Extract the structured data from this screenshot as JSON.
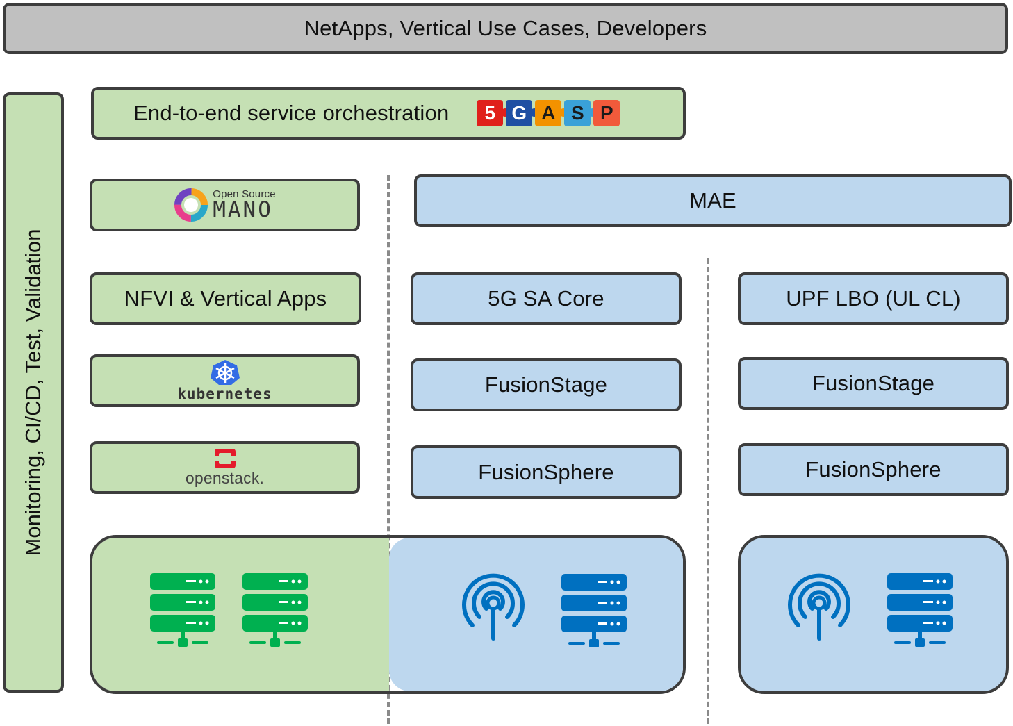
{
  "top_bar": {
    "label": "NetApps, Vertical Use Cases, Developers"
  },
  "side_bar": {
    "label": "Monitoring, CI/CD, Test, Validation"
  },
  "orchestration": {
    "label": "End-to-end service orchestration",
    "logo_letters": [
      "5",
      "G",
      "A",
      "S",
      "P"
    ],
    "logo_colors": [
      "#e0201b",
      "#1f4fa3",
      "#f39200",
      "#3aa1d8",
      "#f15a3b"
    ]
  },
  "left_column": {
    "mano": {
      "small": "Open Source",
      "big": "MANO"
    },
    "nfvi": {
      "label": "NFVI & Vertical Apps"
    },
    "kubernetes": {
      "label": "kubernetes"
    },
    "openstack": {
      "label": "openstack."
    }
  },
  "mae": {
    "label": "MAE"
  },
  "middle_column": {
    "core": {
      "label": "5G SA Core"
    },
    "stage": {
      "label": "FusionStage"
    },
    "sphere": {
      "label": "FusionSphere"
    }
  },
  "right_column": {
    "upf": {
      "label": "UPF LBO (UL CL)"
    },
    "stage": {
      "label": "FusionStage"
    },
    "sphere": {
      "label": "FusionSphere"
    }
  },
  "colors": {
    "green_fill": "#c5e0b4",
    "blue_fill": "#bdd7ee",
    "grey_fill": "#c0c0c0",
    "server_green": "#00b050",
    "server_blue": "#0070c0",
    "border": "#3d3d3d"
  }
}
